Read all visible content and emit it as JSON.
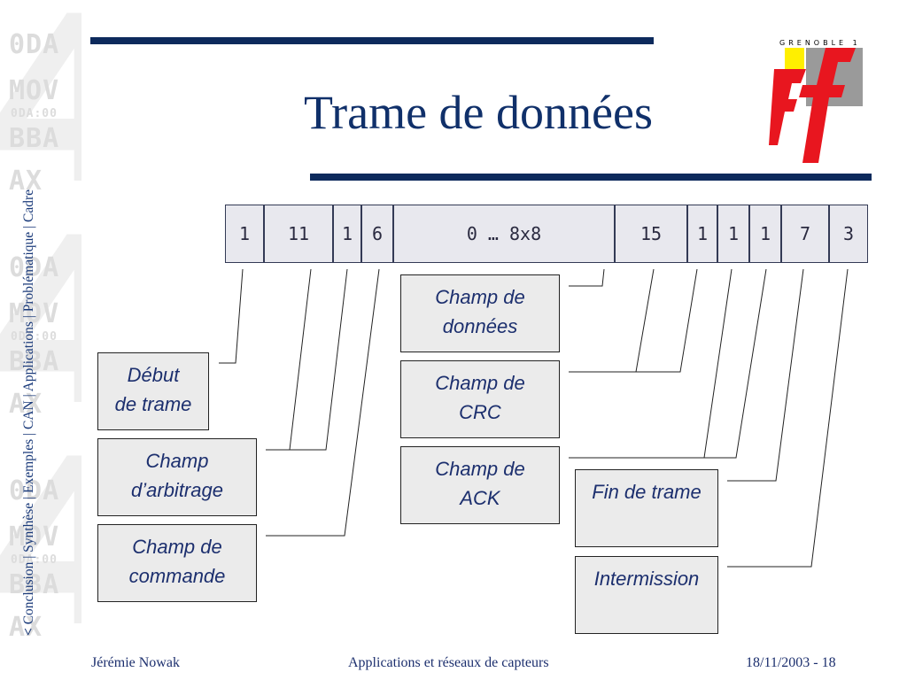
{
  "header": {
    "title": "Trame de données"
  },
  "logo": {
    "text": "GRENOBLE 1",
    "colors": {
      "red": "#e8161f",
      "yellow": "#ffef00",
      "gray": "#9a9a9a"
    }
  },
  "sidenav": {
    "text": "Conclusion | Synthèse | Exemples | CAN | Applications | Problématique | Cadre",
    "prefix": "< "
  },
  "watermark": {
    "lines": [
      "0DA",
      "MOV",
      "0DA:00",
      "BBA",
      "AX"
    ],
    "digit": "4"
  },
  "frame": {
    "cells": [
      "1",
      "11",
      "1",
      "6",
      "0 … 8x8",
      "15",
      "1",
      "1",
      "1",
      "7",
      "3"
    ]
  },
  "boxes": {
    "debut": [
      "Début",
      "de trame"
    ],
    "arbitrage": [
      "Champ",
      "d’arbitrage"
    ],
    "commande": [
      "Champ de",
      "commande"
    ],
    "donnees": [
      "Champ de",
      "données"
    ],
    "crc": [
      "Champ de",
      "CRC"
    ],
    "ack": [
      "Champ de",
      "ACK"
    ],
    "fin": [
      "Fin de trame"
    ],
    "intermission": [
      "Intermission"
    ]
  },
  "footer": {
    "author": "Jérémie Nowak",
    "course": "Applications et réseaux de capteurs",
    "date_page": "18/11/2003 - 18"
  },
  "colors": {
    "bar": "#0d2a5c",
    "title": "#10306a",
    "label": "#1c2f6e"
  }
}
